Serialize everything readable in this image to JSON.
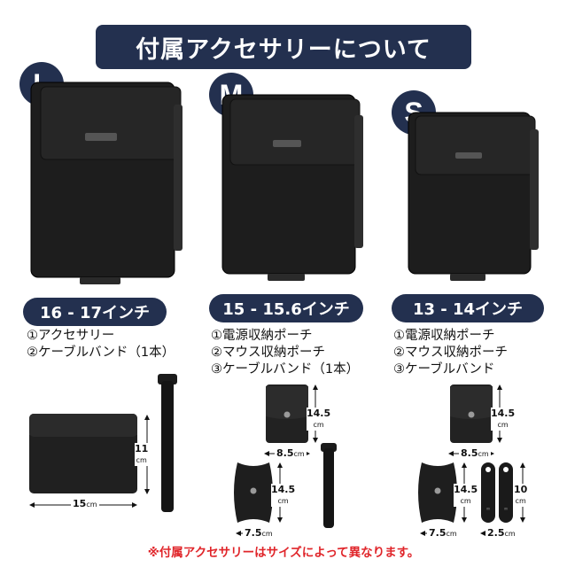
{
  "banner": {
    "title": "付属アクセサリーについて"
  },
  "columns": [
    {
      "badge": "L",
      "size_range": "16 - 17インチ",
      "accessories": [
        "①アクセサリー",
        "②ケーブルバンド（1本）"
      ],
      "dims": {
        "width": "15",
        "height": "11",
        "unit": "cm"
      }
    },
    {
      "badge": "M",
      "size_range": "15 - 15.6インチ",
      "accessories": [
        "①電源収納ポーチ",
        "②マウス収納ポーチ",
        "③ケーブルバンド（1本）"
      ],
      "dims": {
        "pouch_w": "8.5",
        "pouch_h": "14.5",
        "mouse_w": "7.5",
        "mouse_h": "14.5",
        "unit": "cm"
      }
    },
    {
      "badge": "S",
      "size_range": "13 - 14インチ",
      "accessories": [
        "①電源収納ポーチ",
        "②マウス収納ポーチ",
        "③ケーブルバンド"
      ],
      "dims": {
        "pouch_w": "8.5",
        "pouch_h": "14.5",
        "mouse_w": "7.5",
        "mouse_h": "14.5",
        "band_w": "2.5",
        "band_h": "10",
        "unit": "cm"
      }
    }
  ],
  "footnote": "※付属アクセサリーはサイズによって異なります。"
}
